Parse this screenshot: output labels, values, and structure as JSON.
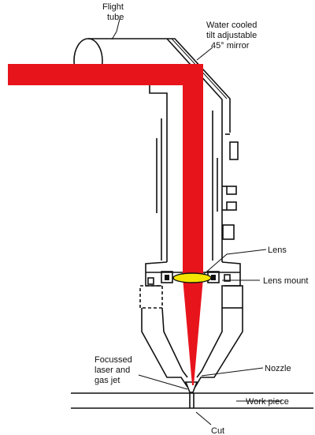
{
  "colors": {
    "beam": "#e8141c",
    "lens": "#f4e400",
    "ink": "#111111",
    "background": "#ffffff"
  },
  "labels": {
    "flight_tube_1": "Flight",
    "flight_tube_2": "tube",
    "mirror_1": "Water cooled",
    "mirror_2": "tilt adjustable",
    "mirror_3": "45° mirror",
    "lens": "Lens",
    "lens_mount": "Lens mount",
    "focus_1": "Focussed",
    "focus_2": "laser and",
    "focus_3": "gas jet",
    "nozzle": "Nozzle",
    "work_piece": "Work piece",
    "cut": "Cut"
  }
}
